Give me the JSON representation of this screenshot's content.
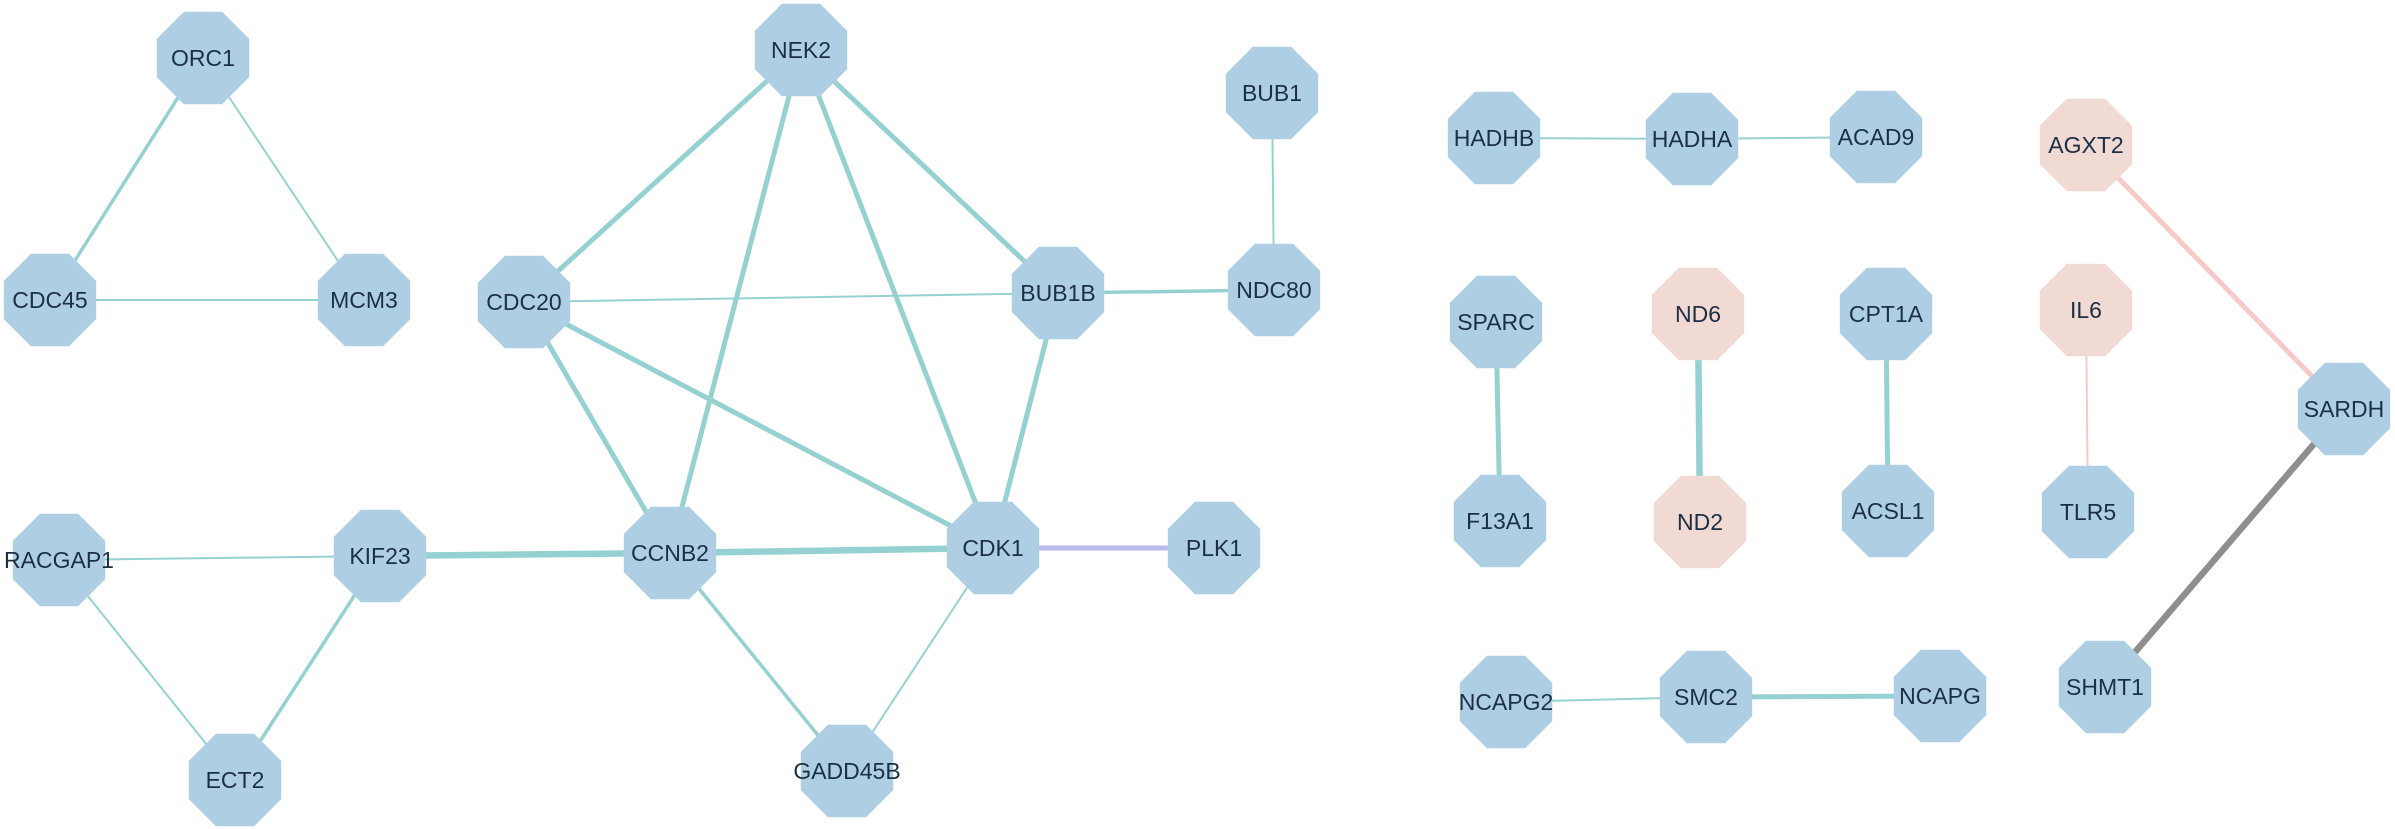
{
  "colors": {
    "node_blue": "#aecfe3",
    "node_pink": "#f1d9d4",
    "edge_teal": "#96d1d2",
    "edge_purple": "#b9b9ec",
    "edge_pink": "#f7c9c9",
    "edge_gray": "#8e8e8e"
  },
  "nodes": [
    {
      "id": "ORC1",
      "label": "ORC1",
      "color": "blue"
    },
    {
      "id": "CDC45",
      "label": "CDC45",
      "color": "blue"
    },
    {
      "id": "MCM3",
      "label": "MCM3",
      "color": "blue"
    },
    {
      "id": "NEK2",
      "label": "NEK2",
      "color": "blue"
    },
    {
      "id": "CDC20",
      "label": "CDC20",
      "color": "blue"
    },
    {
      "id": "BUB1B",
      "label": "BUB1B",
      "color": "blue"
    },
    {
      "id": "BUB1",
      "label": "BUB1",
      "color": "blue"
    },
    {
      "id": "NDC80",
      "label": "NDC80",
      "color": "blue"
    },
    {
      "id": "RACGAP1",
      "label": "RACGAP1",
      "color": "blue"
    },
    {
      "id": "KIF23",
      "label": "KIF23",
      "color": "blue"
    },
    {
      "id": "CCNB2",
      "label": "CCNB2",
      "color": "blue"
    },
    {
      "id": "CDK1",
      "label": "CDK1",
      "color": "blue"
    },
    {
      "id": "PLK1",
      "label": "PLK1",
      "color": "blue"
    },
    {
      "id": "ECT2",
      "label": "ECT2",
      "color": "blue"
    },
    {
      "id": "GADD45B",
      "label": "GADD45B",
      "color": "blue"
    },
    {
      "id": "HADHB",
      "label": "HADHB",
      "color": "blue"
    },
    {
      "id": "HADHA",
      "label": "HADHA",
      "color": "blue"
    },
    {
      "id": "ACAD9",
      "label": "ACAD9",
      "color": "blue"
    },
    {
      "id": "AGXT2",
      "label": "AGXT2",
      "color": "pink"
    },
    {
      "id": "SPARC",
      "label": "SPARC",
      "color": "blue"
    },
    {
      "id": "F13A1",
      "label": "F13A1",
      "color": "blue"
    },
    {
      "id": "ND6",
      "label": "ND6",
      "color": "pink"
    },
    {
      "id": "ND2",
      "label": "ND2",
      "color": "pink"
    },
    {
      "id": "CPT1A",
      "label": "CPT1A",
      "color": "blue"
    },
    {
      "id": "ACSL1",
      "label": "ACSL1",
      "color": "blue"
    },
    {
      "id": "IL6",
      "label": "IL6",
      "color": "pink"
    },
    {
      "id": "TLR5",
      "label": "TLR5",
      "color": "blue"
    },
    {
      "id": "SARDH",
      "label": "SARDH",
      "color": "blue"
    },
    {
      "id": "SHMT1",
      "label": "SHMT1",
      "color": "blue"
    },
    {
      "id": "NCAPG2",
      "label": "NCAPG2",
      "color": "blue"
    },
    {
      "id": "SMC2",
      "label": "SMC2",
      "color": "blue"
    },
    {
      "id": "NCAPG",
      "label": "NCAPG",
      "color": "blue"
    }
  ],
  "edges": [
    {
      "source": "ORC1",
      "target": "CDC45",
      "color": "teal",
      "weight": 2
    },
    {
      "source": "ORC1",
      "target": "MCM3",
      "color": "teal",
      "weight": 1
    },
    {
      "source": "CDC45",
      "target": "MCM3",
      "color": "teal",
      "weight": 1
    },
    {
      "source": "NEK2",
      "target": "CDC20",
      "color": "teal",
      "weight": 3
    },
    {
      "source": "NEK2",
      "target": "BUB1B",
      "color": "teal",
      "weight": 3
    },
    {
      "source": "NEK2",
      "target": "CCNB2",
      "color": "teal",
      "weight": 3
    },
    {
      "source": "NEK2",
      "target": "CDK1",
      "color": "teal",
      "weight": 3
    },
    {
      "source": "CDC20",
      "target": "BUB1B",
      "color": "teal",
      "weight": 1
    },
    {
      "source": "CDC20",
      "target": "CCNB2",
      "color": "teal",
      "weight": 3
    },
    {
      "source": "CDC20",
      "target": "CDK1",
      "color": "teal",
      "weight": 3
    },
    {
      "source": "BUB1B",
      "target": "NDC80",
      "color": "teal",
      "weight": 2
    },
    {
      "source": "BUB1B",
      "target": "CDK1",
      "color": "teal",
      "weight": 3
    },
    {
      "source": "BUB1",
      "target": "NDC80",
      "color": "teal",
      "weight": 1
    },
    {
      "source": "RACGAP1",
      "target": "KIF23",
      "color": "teal",
      "weight": 1
    },
    {
      "source": "RACGAP1",
      "target": "ECT2",
      "color": "teal",
      "weight": 1
    },
    {
      "source": "KIF23",
      "target": "ECT2",
      "color": "teal",
      "weight": 2
    },
    {
      "source": "KIF23",
      "target": "CCNB2",
      "color": "teal",
      "weight": 4
    },
    {
      "source": "CCNB2",
      "target": "CDK1",
      "color": "teal",
      "weight": 4
    },
    {
      "source": "CCNB2",
      "target": "GADD45B",
      "color": "teal",
      "weight": 2
    },
    {
      "source": "CDK1",
      "target": "GADD45B",
      "color": "teal",
      "weight": 1
    },
    {
      "source": "CDK1",
      "target": "PLK1",
      "color": "purple",
      "weight": 3
    },
    {
      "source": "HADHB",
      "target": "HADHA",
      "color": "teal",
      "weight": 1
    },
    {
      "source": "HADHA",
      "target": "ACAD9",
      "color": "teal",
      "weight": 1
    },
    {
      "source": "SPARC",
      "target": "F13A1",
      "color": "teal",
      "weight": 3
    },
    {
      "source": "ND6",
      "target": "ND2",
      "color": "teal",
      "weight": 4
    },
    {
      "source": "CPT1A",
      "target": "ACSL1",
      "color": "teal",
      "weight": 3
    },
    {
      "source": "IL6",
      "target": "TLR5",
      "color": "pink",
      "weight": 1
    },
    {
      "source": "AGXT2",
      "target": "SARDH",
      "color": "pink",
      "weight": 3
    },
    {
      "source": "SARDH",
      "target": "SHMT1",
      "color": "gray",
      "weight": 4
    },
    {
      "source": "NCAPG2",
      "target": "SMC2",
      "color": "teal",
      "weight": 1
    },
    {
      "source": "SMC2",
      "target": "NCAPG",
      "color": "teal",
      "weight": 3
    }
  ]
}
